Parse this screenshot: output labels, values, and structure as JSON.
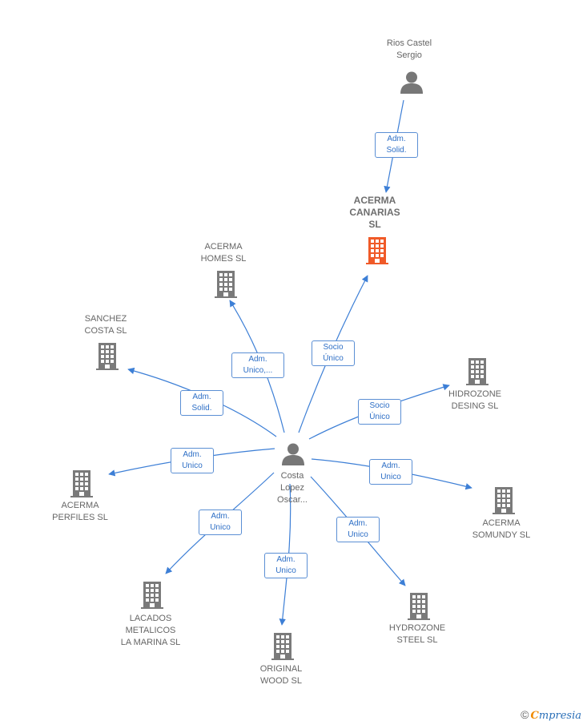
{
  "colors": {
    "edge": "#3d7fd6",
    "building": "#7a7a7a",
    "highlight": "#f05a28",
    "person": "#777777"
  },
  "nodes": [
    {
      "id": "rios",
      "label": "Rios Castel\nSergio",
      "type": "person"
    },
    {
      "id": "acerma_canarias",
      "label": "ACERMA\nCANARIAS\nSL",
      "type": "company",
      "highlight": true
    },
    {
      "id": "acerma_homes",
      "label": "ACERMA\nHOMES SL",
      "type": "company"
    },
    {
      "id": "sanchez",
      "label": "SANCHEZ\nCOSTA SL",
      "type": "company"
    },
    {
      "id": "hidrozone_desing",
      "label": "HIDROZONE\nDESING SL",
      "type": "company"
    },
    {
      "id": "costa",
      "label": "Costa\nLopez\nOscar...",
      "type": "person"
    },
    {
      "id": "acerma_perfiles",
      "label": "ACERMA\nPERFILES SL",
      "type": "company"
    },
    {
      "id": "acerma_somundy",
      "label": "ACERMA\nSOMUNDY SL",
      "type": "company"
    },
    {
      "id": "lacados",
      "label": "LACADOS\nMETALICOS\nLA MARINA SL",
      "type": "company"
    },
    {
      "id": "original",
      "label": "ORIGINAL\nWOOD SL",
      "type": "company"
    },
    {
      "id": "hydrozone_steel",
      "label": "HYDROZONE\nSTEEL SL",
      "type": "company"
    }
  ],
  "edges": [
    {
      "id": "e-rios-canarias",
      "from": "rios",
      "to": "acerma_canarias",
      "label": "Adm.\nSolid."
    },
    {
      "id": "e-costa-canarias",
      "from": "costa",
      "to": "acerma_canarias",
      "label": "Socio\nÚnico"
    },
    {
      "id": "e-costa-homes",
      "from": "costa",
      "to": "acerma_homes",
      "label": "Adm.\nUnico,..."
    },
    {
      "id": "e-costa-sanchez",
      "from": "costa",
      "to": "sanchez",
      "label": "Adm.\nSolid."
    },
    {
      "id": "e-costa-hidrozone",
      "from": "costa",
      "to": "hidrozone_desing",
      "label": "Socio\nÚnico"
    },
    {
      "id": "e-costa-perfiles",
      "from": "costa",
      "to": "acerma_perfiles",
      "label": "Adm.\nUnico"
    },
    {
      "id": "e-costa-somundy",
      "from": "costa",
      "to": "acerma_somundy",
      "label": "Adm.\nUnico"
    },
    {
      "id": "e-costa-lacados",
      "from": "costa",
      "to": "lacados",
      "label": "Adm.\nUnico"
    },
    {
      "id": "e-costa-original",
      "from": "costa",
      "to": "original",
      "label": "Adm.\nUnico"
    },
    {
      "id": "e-costa-steel",
      "from": "costa",
      "to": "hydrozone_steel",
      "label": "Adm.\nUnico"
    }
  ],
  "brand": {
    "copyright": "©",
    "initial": "C",
    "name": "mpresia"
  }
}
